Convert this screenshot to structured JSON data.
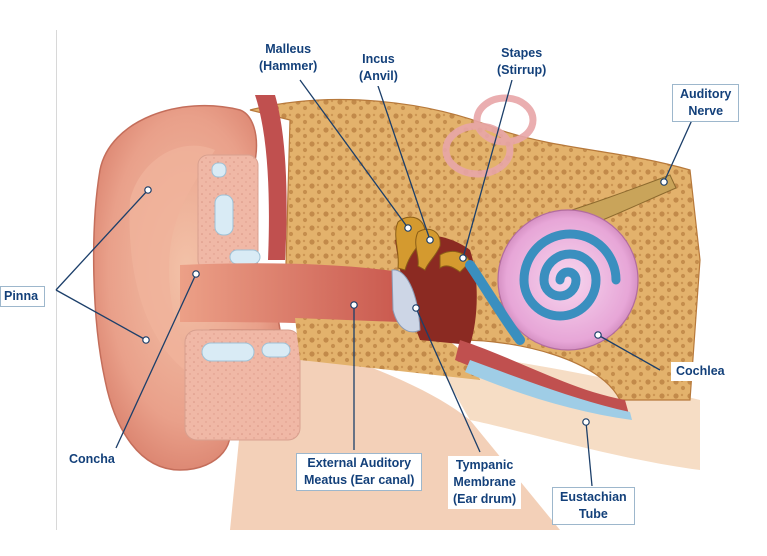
{
  "labels": {
    "malleus": [
      "Malleus",
      "(Hammer)"
    ],
    "incus": [
      "Incus",
      "(Anvil)"
    ],
    "stapes": [
      "Stapes",
      "(Stirrup)"
    ],
    "auditory_nerve": [
      "Auditory",
      "Nerve"
    ],
    "pinna": [
      "Pinna"
    ],
    "concha": [
      "Concha"
    ],
    "cochlea": [
      "Cochlea"
    ],
    "external_auditory_meatus": [
      "External Auditory",
      "Meatus (Ear canal)"
    ],
    "tympanic_membrane": [
      "Tympanic",
      "Membrane",
      "(Ear drum)"
    ],
    "eustachian_tube": [
      "Eustachian",
      "Tube"
    ]
  },
  "colors": {
    "label_text": "#13407a",
    "leader_line": "#1c3f6a",
    "skin": "#e9a08a",
    "bone": "#e3b26c",
    "cochlea": "#e7a6d7",
    "canal": "#3a8fbf",
    "muscle": "#c0504f"
  }
}
